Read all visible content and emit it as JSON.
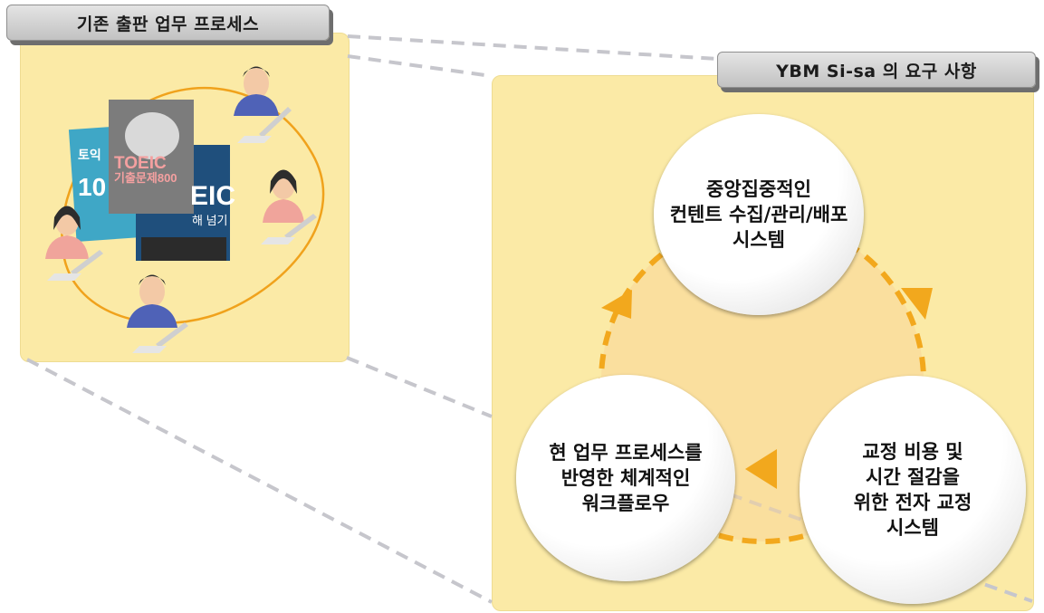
{
  "left_panel": {
    "title": "기존 출판 업무 프로세스",
    "books": {
      "front_title": "TOEIC",
      "front_subtitle": "기출문제800",
      "right_title": "EIC",
      "right_subtitle": "해 넘기",
      "left_title": "토익",
      "left_subtitle": "10"
    }
  },
  "right_panel": {
    "title": "YBM Si-sa 의 요구 사항",
    "requirements": [
      {
        "text": "중앙집중적인\n컨텐트 수집/관리/배포\n시스템"
      },
      {
        "text": "교정 비용 및\n시간 절감을\n위한 전자 교정\n시스템"
      },
      {
        "text": "현 업무 프로세스를\n반영한 체계적인\n워크플로우"
      }
    ]
  },
  "colors": {
    "panel": "#fbeaa6",
    "accent_orange": "#f5a623",
    "arrow": "#f2a81d",
    "person_blue": "#4f62b7",
    "person_pink": "#f0a49b",
    "connector_dash": "#c8c8cc"
  }
}
